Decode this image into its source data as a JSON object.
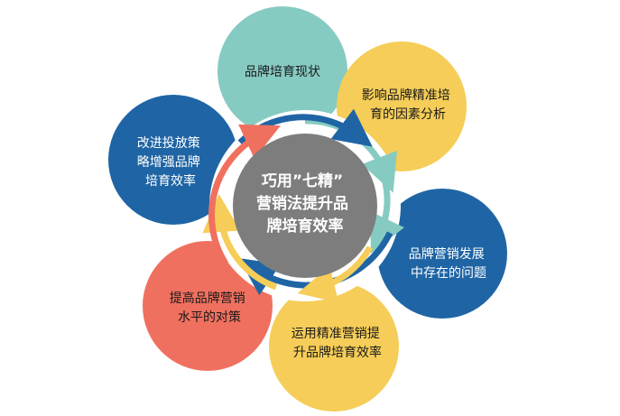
{
  "center": {
    "lines": [
      "巧用”七精”",
      "营销法提升品",
      "牌培育效率"
    ],
    "color": "#7d7d7d"
  },
  "petals": [
    {
      "id": "petal-brand-status",
      "lines": [
        "品牌培育现状"
      ],
      "color": "#86cbc2",
      "text_color": "#1a1a1a"
    },
    {
      "id": "petal-influence-factors",
      "lines": [
        "影响品牌精准培",
        "育的因素分析"
      ],
      "color": "#f5cd58",
      "text_color": "#1a1a1a"
    },
    {
      "id": "petal-marketing-problems",
      "lines": [
        "品牌营销发展",
        "中存在的问题"
      ],
      "color": "#1f65a5",
      "text_color": "#ffffff"
    },
    {
      "id": "petal-precision-marketing",
      "lines": [
        "运用精准营销提",
        "升品牌培育效率"
      ],
      "color": "#f5cd58",
      "text_color": "#1a1a1a"
    },
    {
      "id": "petal-improve-level",
      "lines": [
        "提高品牌营销",
        "水平的对策"
      ],
      "color": "#f0705f",
      "text_color": "#1a1a1a"
    },
    {
      "id": "petal-improve-strategy",
      "lines": [
        "改进投放策",
        "略增强品牌",
        "培育效率"
      ],
      "color": "#1f65a5",
      "text_color": "#ffffff"
    }
  ],
  "arrow_colors": [
    "#86cbc2",
    "#1f65a5",
    "#f5cd58",
    "#f0705f"
  ]
}
